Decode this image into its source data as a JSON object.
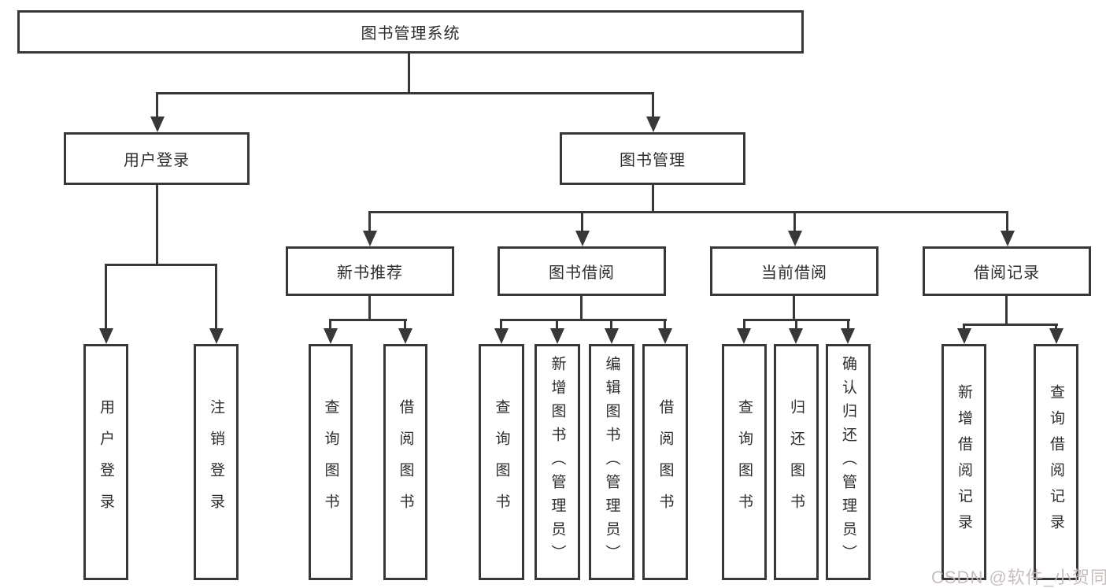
{
  "diagram": {
    "type": "tree",
    "root": {
      "label": "图书管理系统"
    },
    "level2": [
      {
        "label": "用户登录",
        "children": [
          {
            "label": "用户登录"
          },
          {
            "label": "注销登录"
          }
        ]
      },
      {
        "label": "图书管理",
        "children": [
          {
            "label": "新书推荐",
            "children": [
              {
                "label": "查询图书"
              },
              {
                "label": "借阅图书"
              }
            ]
          },
          {
            "label": "图书借阅",
            "children": [
              {
                "label": "查询图书"
              },
              {
                "label": "新增图书（管理员）"
              },
              {
                "label": "编辑图书（管理员）"
              },
              {
                "label": "借阅图书"
              }
            ]
          },
          {
            "label": "当前借阅",
            "children": [
              {
                "label": "查询图书"
              },
              {
                "label": "归还图书"
              },
              {
                "label": "确认归还（管理员）"
              }
            ]
          },
          {
            "label": "借阅记录",
            "children": [
              {
                "label": "新增借阅记录"
              },
              {
                "label": "查询借阅记录"
              }
            ]
          }
        ]
      }
    ]
  },
  "watermark": {
    "text": "CSDN @软件_小贺同学"
  },
  "colors": {
    "line": "#383838",
    "text": "#2d2d2d",
    "background": "#ffffff",
    "watermark": "#c4b8b8"
  }
}
